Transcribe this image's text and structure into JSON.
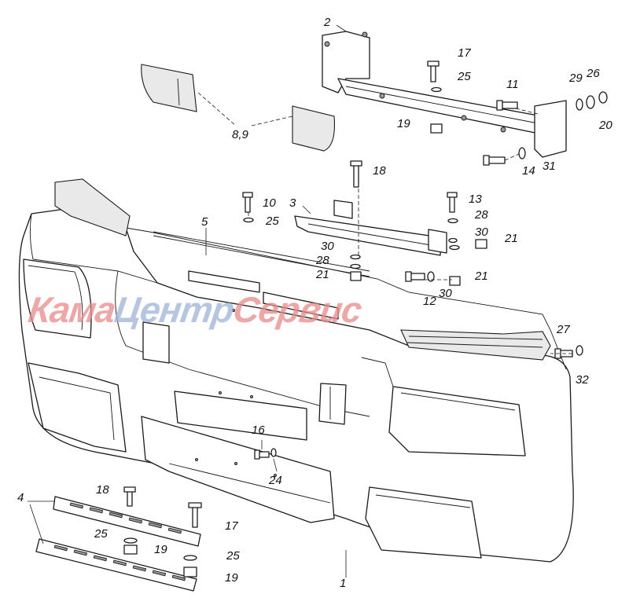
{
  "watermark": {
    "part1": "Кама",
    "part2": "Центр",
    "part3": "Сервис",
    "color_main": "#e88a8a",
    "color_accent": "#9fb3d6"
  },
  "callouts": {
    "c1": "1",
    "c2": "2",
    "c3": "3",
    "c4": "4",
    "c5": "5",
    "c89": "8,9",
    "c10": "10",
    "c11": "11",
    "c12": "12",
    "c13": "13",
    "c14": "14",
    "c16": "16",
    "c17a": "17",
    "c17b": "17",
    "c18a": "18",
    "c18b": "18",
    "c19a": "19",
    "c19b": "19",
    "c19c": "19",
    "c20": "20",
    "c21a": "21",
    "c21b": "21",
    "c21c": "21",
    "c24": "24",
    "c25a": "25",
    "c25b": "25",
    "c25c": "25",
    "c25d": "25",
    "c26": "26",
    "c27": "27",
    "c28a": "28",
    "c28b": "28",
    "c29": "29",
    "c30a": "30",
    "c30b": "30",
    "c30c": "30",
    "c31": "31",
    "c32": "32"
  }
}
